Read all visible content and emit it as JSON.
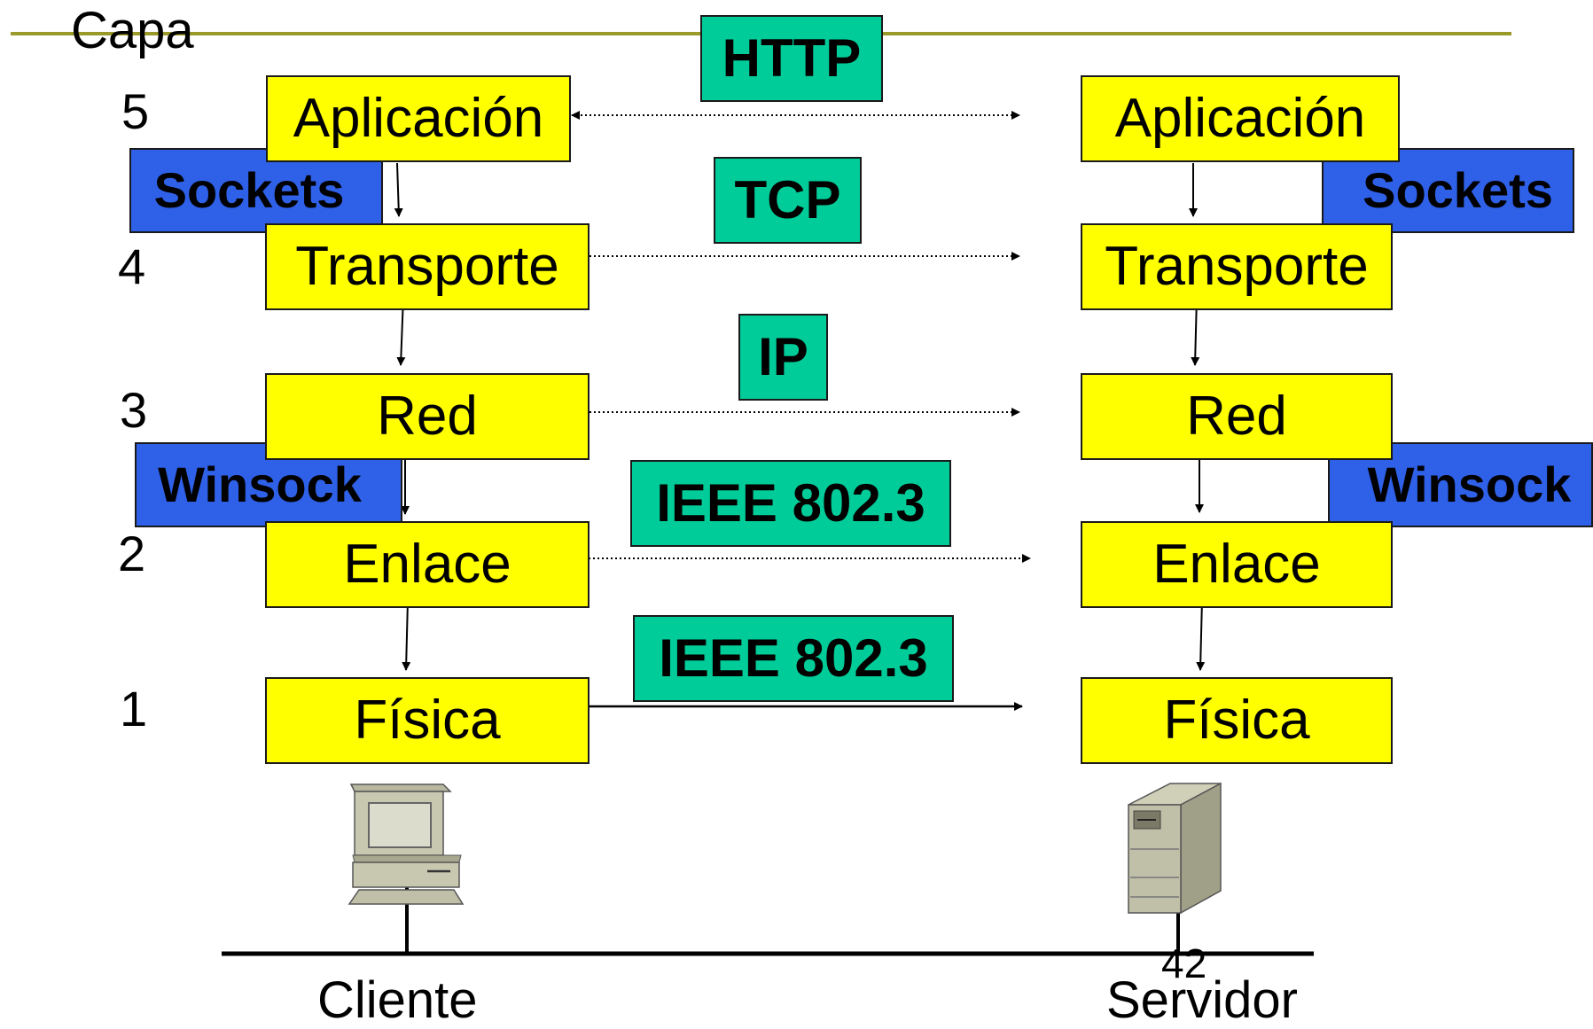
{
  "title": "Capa",
  "slide_number": "42",
  "layer_numbers": [
    "5",
    "4",
    "3",
    "2",
    "1"
  ],
  "client": {
    "label": "Cliente",
    "layers": [
      "Aplicación",
      "Transporte",
      "Red",
      "Enlace",
      "Física"
    ],
    "api_top": "Sockets",
    "api_bottom": "Winsock"
  },
  "server": {
    "label": "Servidor",
    "layers": [
      "Aplicación",
      "Transporte",
      "Red",
      "Enlace",
      "Física"
    ],
    "api_top": "Sockets",
    "api_bottom": "Winsock"
  },
  "protocols": [
    "HTTP",
    "TCP",
    "IP",
    "IEEE 802.3",
    "IEEE 802.3"
  ],
  "colors": {
    "layer": "#ffff00",
    "api": "#2f60e8",
    "protocol": "#00cc99",
    "title_rule": "#9a9a2a",
    "computer": "#c8c8b0",
    "server": "#b8b8a0"
  },
  "icons": [
    "desktop-computer-icon",
    "server-tower-icon"
  ]
}
